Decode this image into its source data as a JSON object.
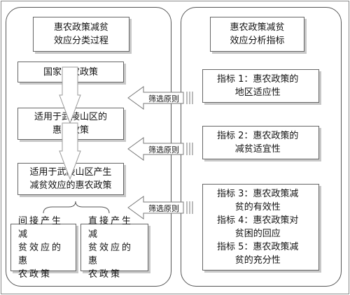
{
  "left": {
    "title": "惠农政策减贫\n效应分类过程",
    "step1": "国家惠农政策",
    "step2": "适用于武陵山区的\n惠农政策",
    "step3": "适用于武陵山区产生\n减贫效应的惠农政策",
    "branch_indirect": "间接产生减\n贫效应的惠\n农政策",
    "branch_direct": "直接产生减\n贫效应的惠\n农政策"
  },
  "right": {
    "title": "惠农政策减贫\n效应分析指标",
    "indicator1": "指标 1：惠农政策的\n地区适应性",
    "indicator2": "指标 2：惠农政策的\n减贫适宜性",
    "indicator3": "指标 3：惠农政策减\n贫的有效性",
    "indicator4": "指标 4：惠农政策对\n贫困的回应",
    "indicator5": "指标 5：惠农政策减\n贫的充分性"
  },
  "arrow_labels": {
    "a1": "筛选原则",
    "a2": "筛选原则",
    "a3": "筛选原则"
  }
}
